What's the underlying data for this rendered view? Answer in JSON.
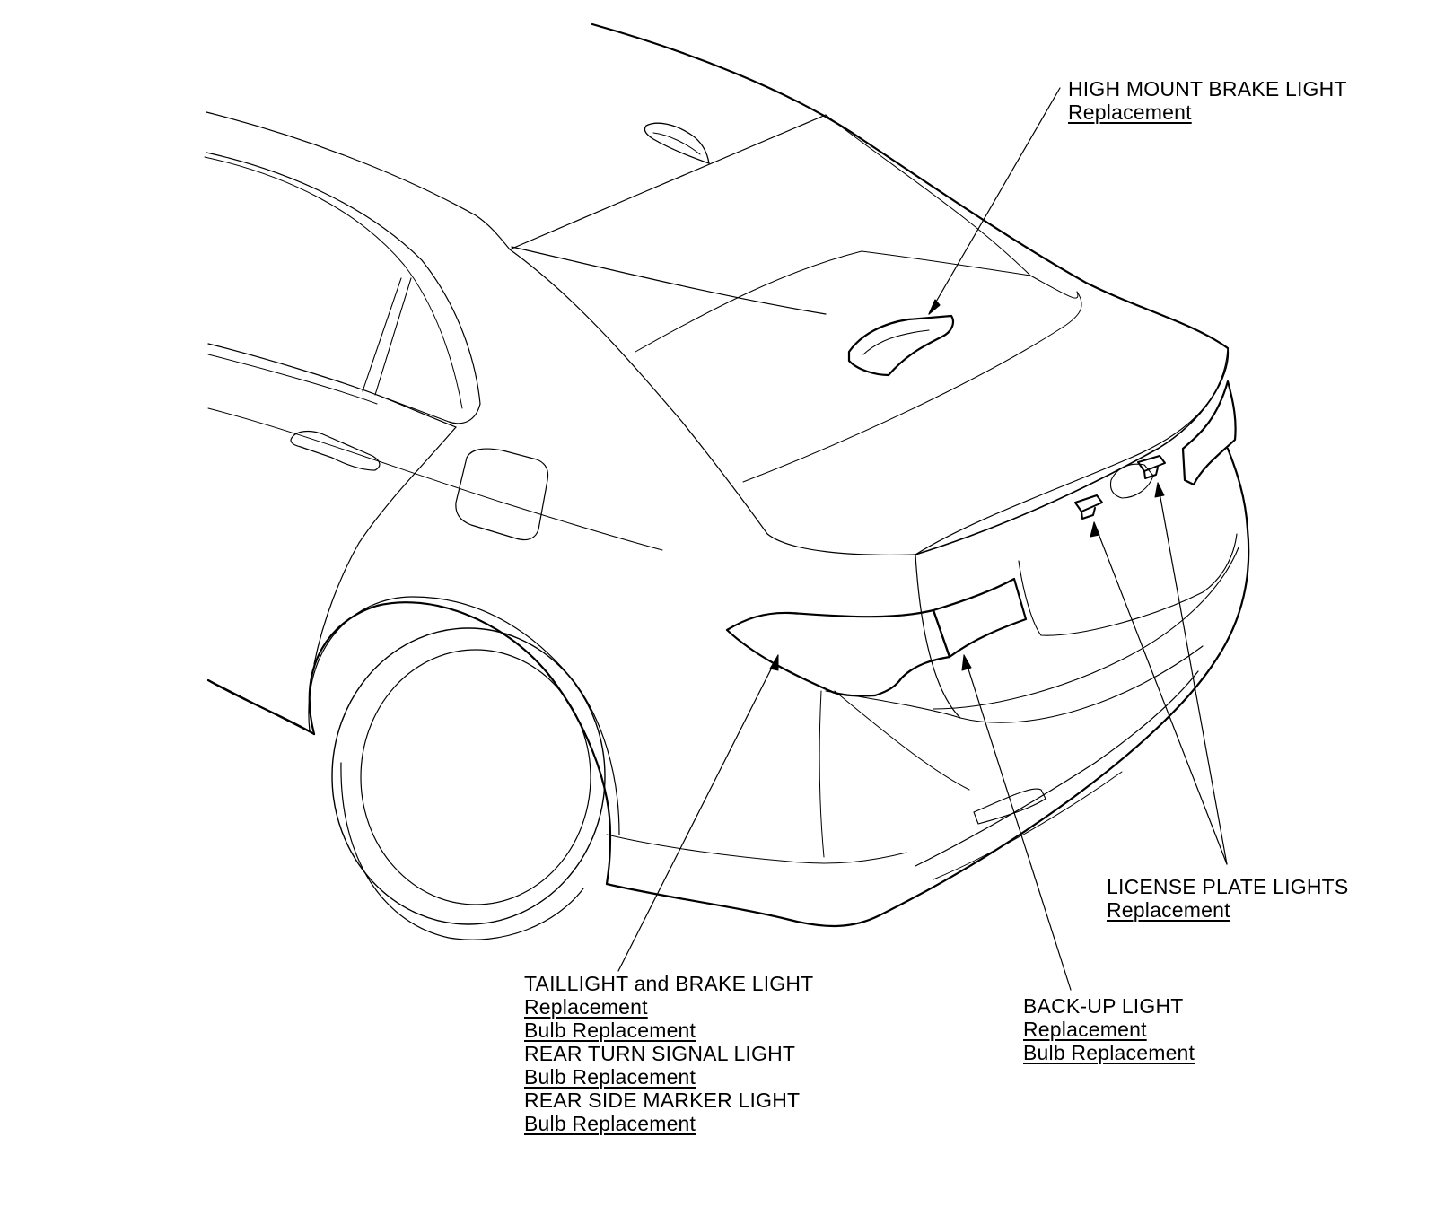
{
  "callouts": {
    "high_mount_brake_light": {
      "heading": "HIGH MOUNT BRAKE LIGHT",
      "links": [
        "Replacement"
      ]
    },
    "license_plate_lights": {
      "heading": "LICENSE PLATE LIGHTS",
      "links": [
        "Replacement"
      ]
    },
    "back_up_light": {
      "heading": "BACK-UP LIGHT",
      "links": [
        "Replacement",
        "Bulb Replacement"
      ]
    },
    "taillight": {
      "heading": "TAILLIGHT and BRAKE LIGHT",
      "links": [
        "Replacement",
        "Bulb Replacement"
      ],
      "heading2": "REAR TURN SIGNAL LIGHT",
      "links2": [
        "Bulb Replacement"
      ],
      "heading3": "REAR SIDE MARKER LIGHT",
      "links3": [
        "Bulb Replacement"
      ]
    }
  },
  "colors": {
    "line": "#000000",
    "background": "#ffffff",
    "link": "#000000"
  }
}
